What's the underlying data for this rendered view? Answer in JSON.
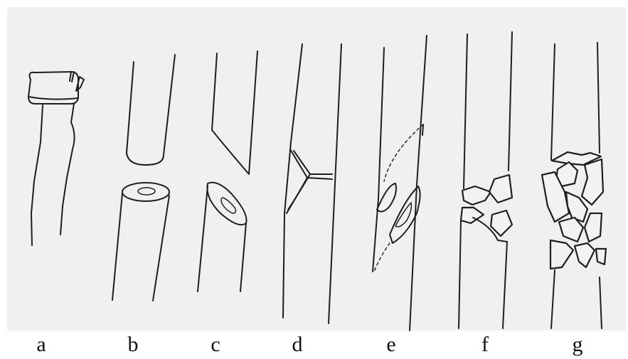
{
  "labels": [
    "a",
    "b",
    "c",
    "d",
    "e",
    "f",
    "g"
  ],
  "colors": {
    "paper": "#f0f0f0",
    "ink": "#1e1e1e",
    "background": "#ffffff"
  }
}
